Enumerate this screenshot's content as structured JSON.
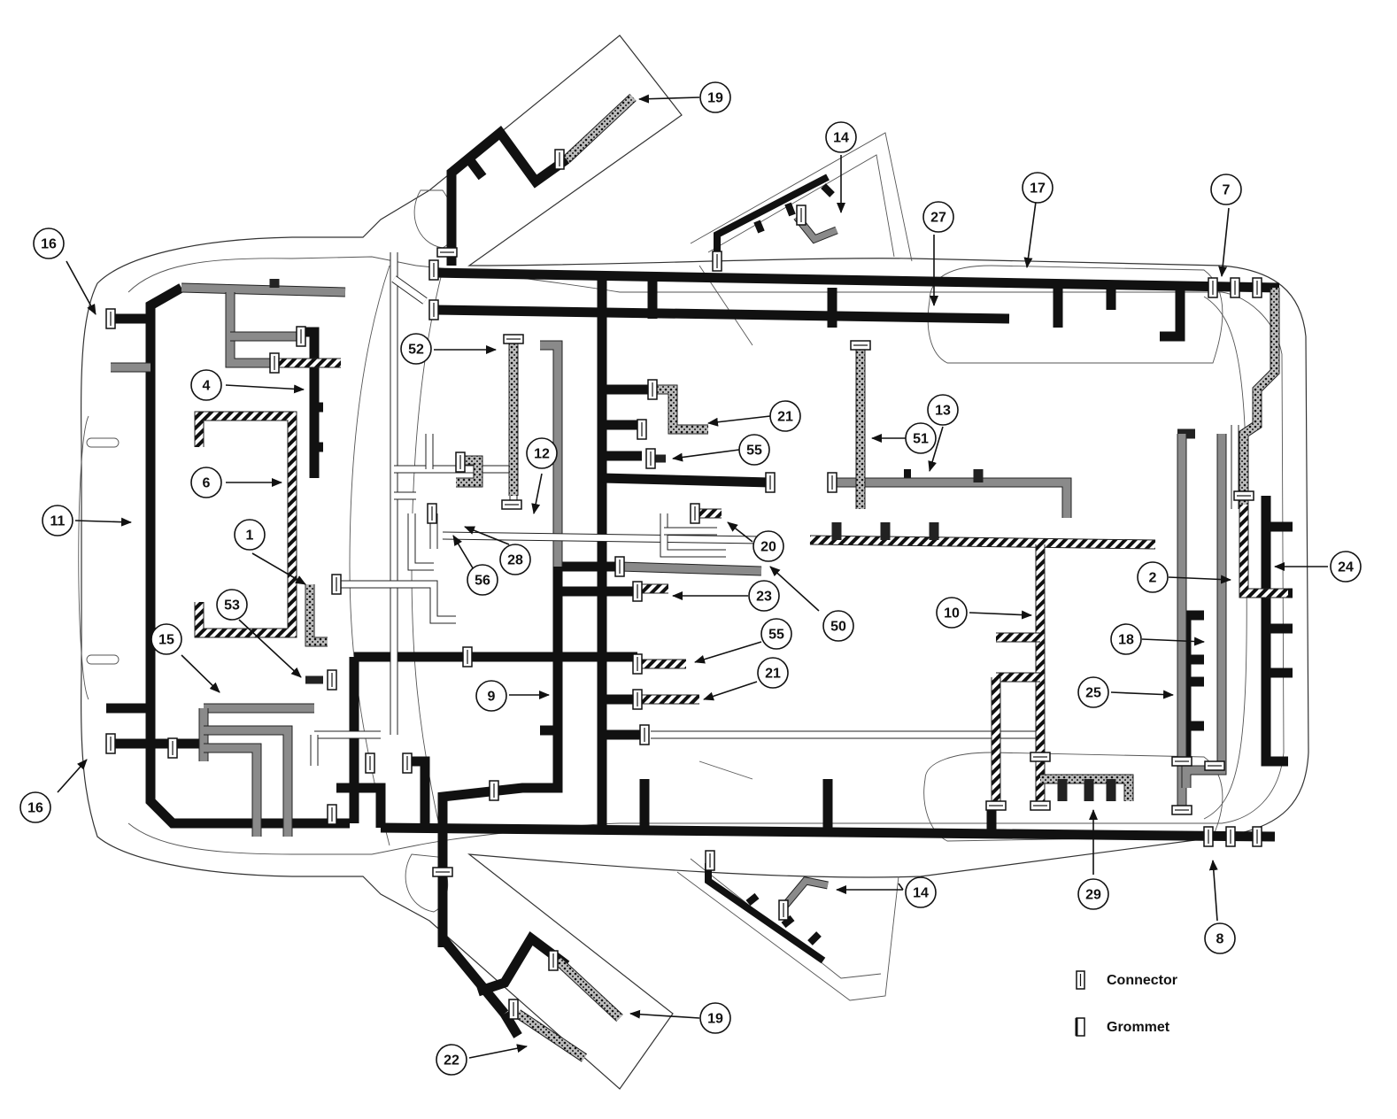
{
  "callouts": {
    "c1": "1",
    "c2": "2",
    "c4": "4",
    "c6": "6",
    "c7": "7",
    "c8": "8",
    "c9": "9",
    "c10": "10",
    "c11": "11",
    "c12": "12",
    "c13": "13",
    "c14a": "14",
    "c14b": "14",
    "c15": "15",
    "c16a": "16",
    "c16b": "16",
    "c17": "17",
    "c18": "18",
    "c19a": "19",
    "c19b": "19",
    "c20": "20",
    "c21a": "21",
    "c21b": "21",
    "c22": "22",
    "c23": "23",
    "c24": "24",
    "c25": "25",
    "c27": "27",
    "c28": "28",
    "c29": "29",
    "c50": "50",
    "c51": "51",
    "c52": "52",
    "c53": "53",
    "c55a": "55",
    "c55b": "55",
    "c56": "56"
  },
  "legend": {
    "connector_label": "Connector",
    "grommet_label": "Grommet"
  },
  "colors": {
    "harness_black": "#111111",
    "harness_gray": "#8a8a8a",
    "outline": "#333333",
    "background": "#ffffff"
  }
}
